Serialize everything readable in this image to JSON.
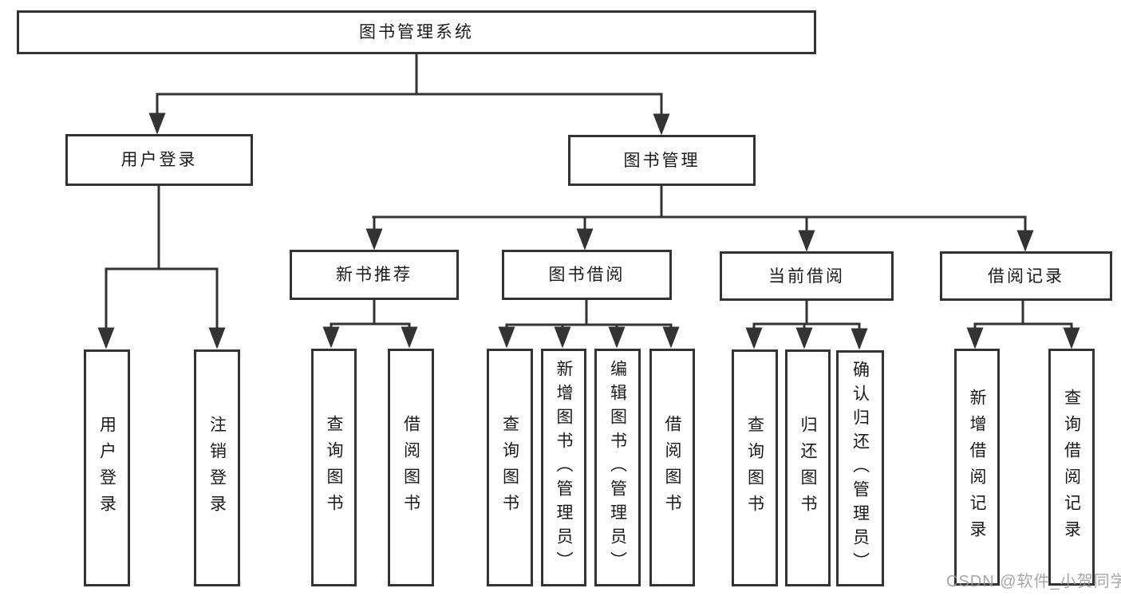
{
  "diagram": {
    "type": "hierarchy-tree",
    "root": {
      "label": "图书管理系统"
    },
    "branches": [
      {
        "label": "用户登录",
        "children": [
          {
            "label": "用户登录"
          },
          {
            "label": "注销登录"
          }
        ]
      },
      {
        "label": "图书管理",
        "children": [
          {
            "label": "新书推荐",
            "children": [
              {
                "label": "查询图书"
              },
              {
                "label": "借阅图书"
              }
            ]
          },
          {
            "label": "图书借阅",
            "children": [
              {
                "label": "查询图书"
              },
              {
                "label": "新增图书（管理员）"
              },
              {
                "label": "编辑图书（管理员）"
              },
              {
                "label": "借阅图书"
              }
            ]
          },
          {
            "label": "当前借阅",
            "children": [
              {
                "label": "查询图书"
              },
              {
                "label": "归还图书"
              },
              {
                "label": "确认归还（管理员）"
              }
            ]
          },
          {
            "label": "借阅记录",
            "children": [
              {
                "label": "新增借阅记录"
              },
              {
                "label": "查询借阅记录"
              }
            ]
          }
        ]
      }
    ],
    "watermark": {
      "text": "CSDN @软件_小贺同学"
    },
    "colors": {
      "line": "#333333",
      "box_border": "#333333",
      "box_fill": "#ffffff",
      "text": "#1a1a1a",
      "background": "#ffffff",
      "watermark": "#969696"
    }
  }
}
